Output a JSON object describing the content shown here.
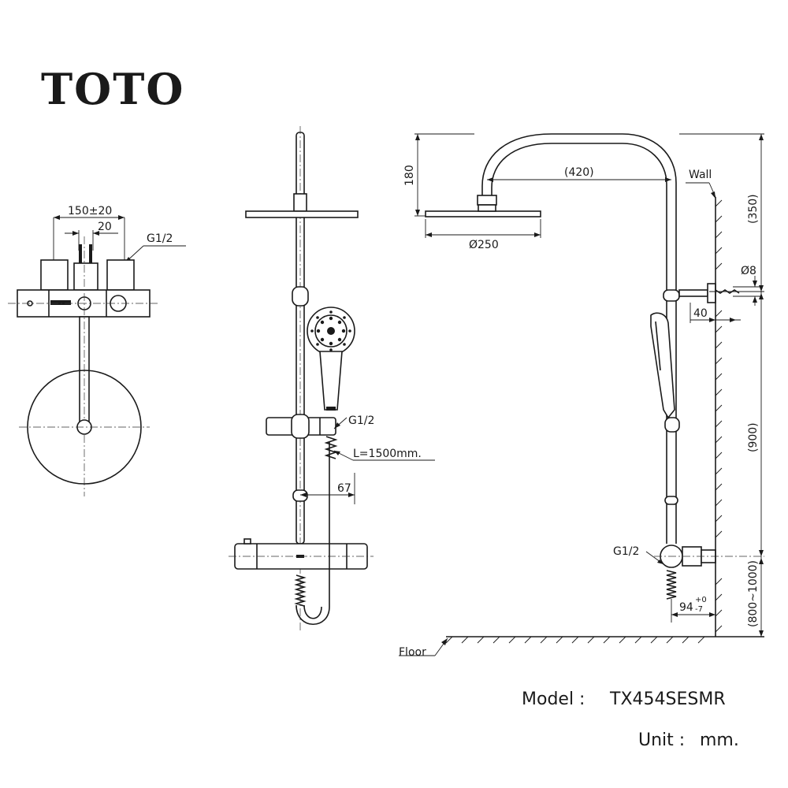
{
  "brand": "TOTO",
  "labels": {
    "width_top": "150±20",
    "width_inner": "20",
    "thread_top": "G1/2",
    "thread_mid": "G1/2",
    "hose_length": "L=1500mm.",
    "offset": "67",
    "arm_rise": "180",
    "arm_reach": "(420)",
    "head_diameter": "Ø250",
    "wall": "Wall",
    "top_height": "(350)",
    "anchor_diameter": "Ø8",
    "bracket_depth": "40",
    "rail_height": "(900)",
    "thread_bottom": "G1/2",
    "outlet_spacing": "94",
    "tolerance_plus": "+0",
    "tolerance_minus": "-7",
    "mount_height": "(800~1000)",
    "floor": "Floor"
  },
  "footer": {
    "model_label": "Model :",
    "model_value": "TX454SESMR",
    "unit_label": "Unit :",
    "unit_value": "mm."
  }
}
